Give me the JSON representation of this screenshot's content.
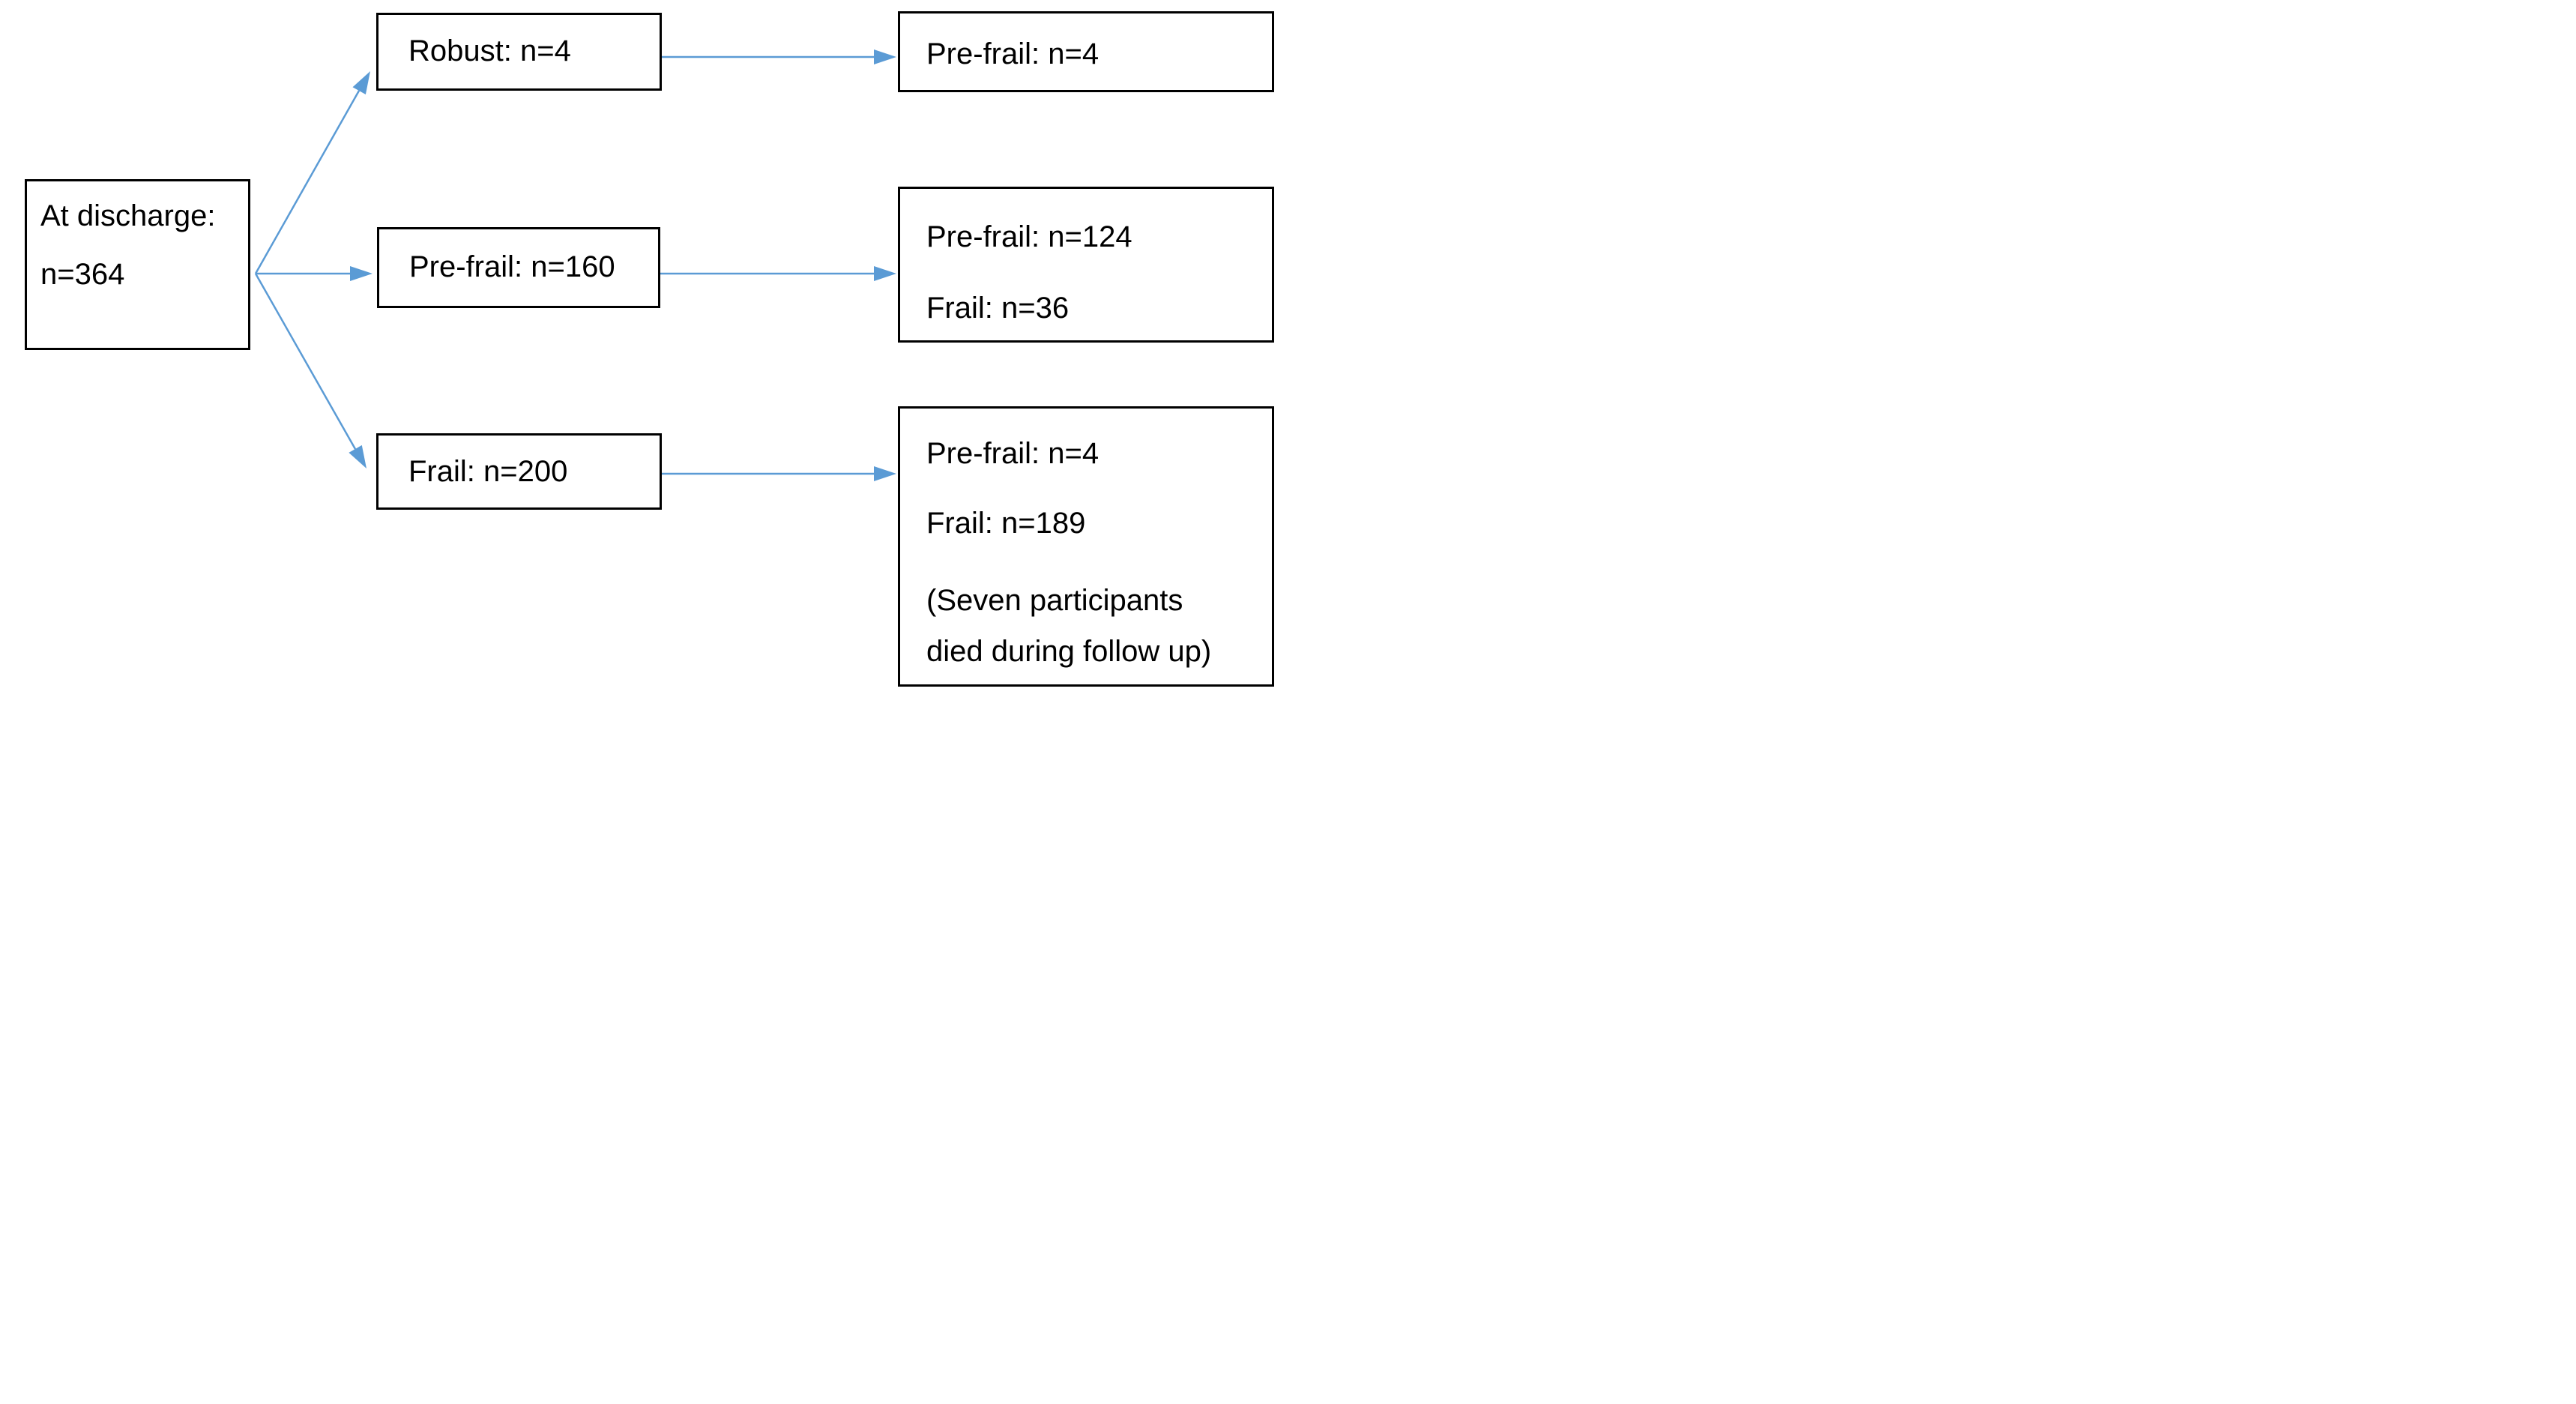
{
  "diagram": {
    "type": "flowchart",
    "source_node": {
      "id": "at-discharge",
      "line1": "At discharge:",
      "line2": "n=364"
    },
    "discharge_nodes": [
      {
        "id": "robust",
        "label": "Robust: n=4"
      },
      {
        "id": "pre-frail-160",
        "label": "Pre-frail: n=160"
      },
      {
        "id": "frail-200",
        "label": "Frail: n=200"
      }
    ],
    "followup_nodes": [
      {
        "id": "followup-robust",
        "lines": [
          "Pre-frail: n=4"
        ]
      },
      {
        "id": "followup-prefrail",
        "lines": [
          "Pre-frail: n=124",
          "Frail: n=36"
        ]
      },
      {
        "id": "followup-frail",
        "lines": [
          "Pre-frail: n=4",
          "Frail: n=189",
          "(Seven participants died during follow up)"
        ]
      }
    ],
    "edges": [
      {
        "from": "at-discharge",
        "to": "robust"
      },
      {
        "from": "at-discharge",
        "to": "pre-frail-160"
      },
      {
        "from": "at-discharge",
        "to": "frail-200"
      },
      {
        "from": "robust",
        "to": "followup-robust"
      },
      {
        "from": "pre-frail-160",
        "to": "followup-prefrail"
      },
      {
        "from": "frail-200",
        "to": "followup-frail"
      }
    ],
    "colors": {
      "arrow": "#5b9bd5",
      "box_border": "#000000",
      "text": "#000000",
      "background": "#ffffff"
    }
  }
}
